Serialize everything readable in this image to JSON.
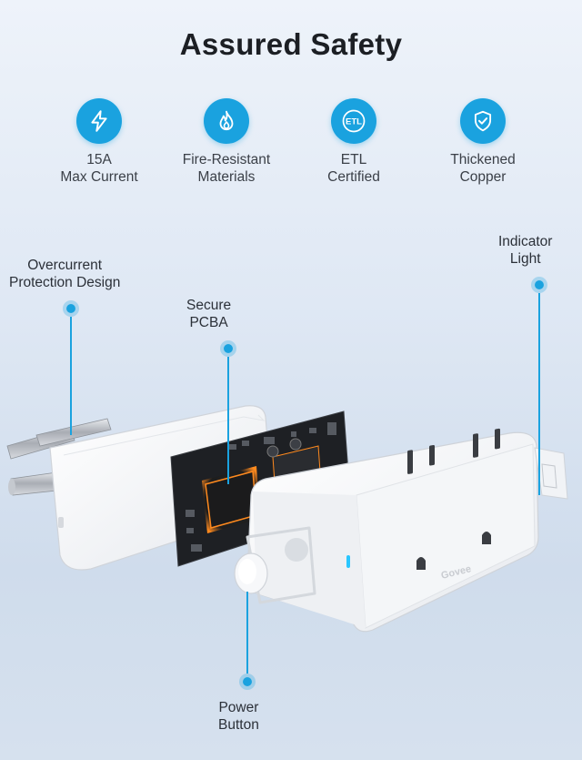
{
  "title": "Assured Safety",
  "features": [
    {
      "icon": "lightning-bolt-icon",
      "line1": "15A",
      "line2": "Max Current"
    },
    {
      "icon": "flame-icon",
      "line1": "Fire-Resistant",
      "line2": "Materials"
    },
    {
      "icon": "etl-certified-icon",
      "line1": "ETL",
      "line2": "Certified"
    },
    {
      "icon": "shield-check-icon",
      "line1": "Thickened",
      "line2": "Copper"
    }
  ],
  "callouts": {
    "overcurrent": {
      "line1": "Overcurrent",
      "line2": "Protection Design"
    },
    "pcba": {
      "line1": "Secure",
      "line2": "PCBA"
    },
    "indicator": {
      "line1": "Indicator",
      "line2": "Light"
    },
    "power": {
      "line1": "Power",
      "line2": "Button"
    }
  },
  "brand": "Govee",
  "colors": {
    "accent": "#1aa2df",
    "indicator": "#29c6ff"
  }
}
